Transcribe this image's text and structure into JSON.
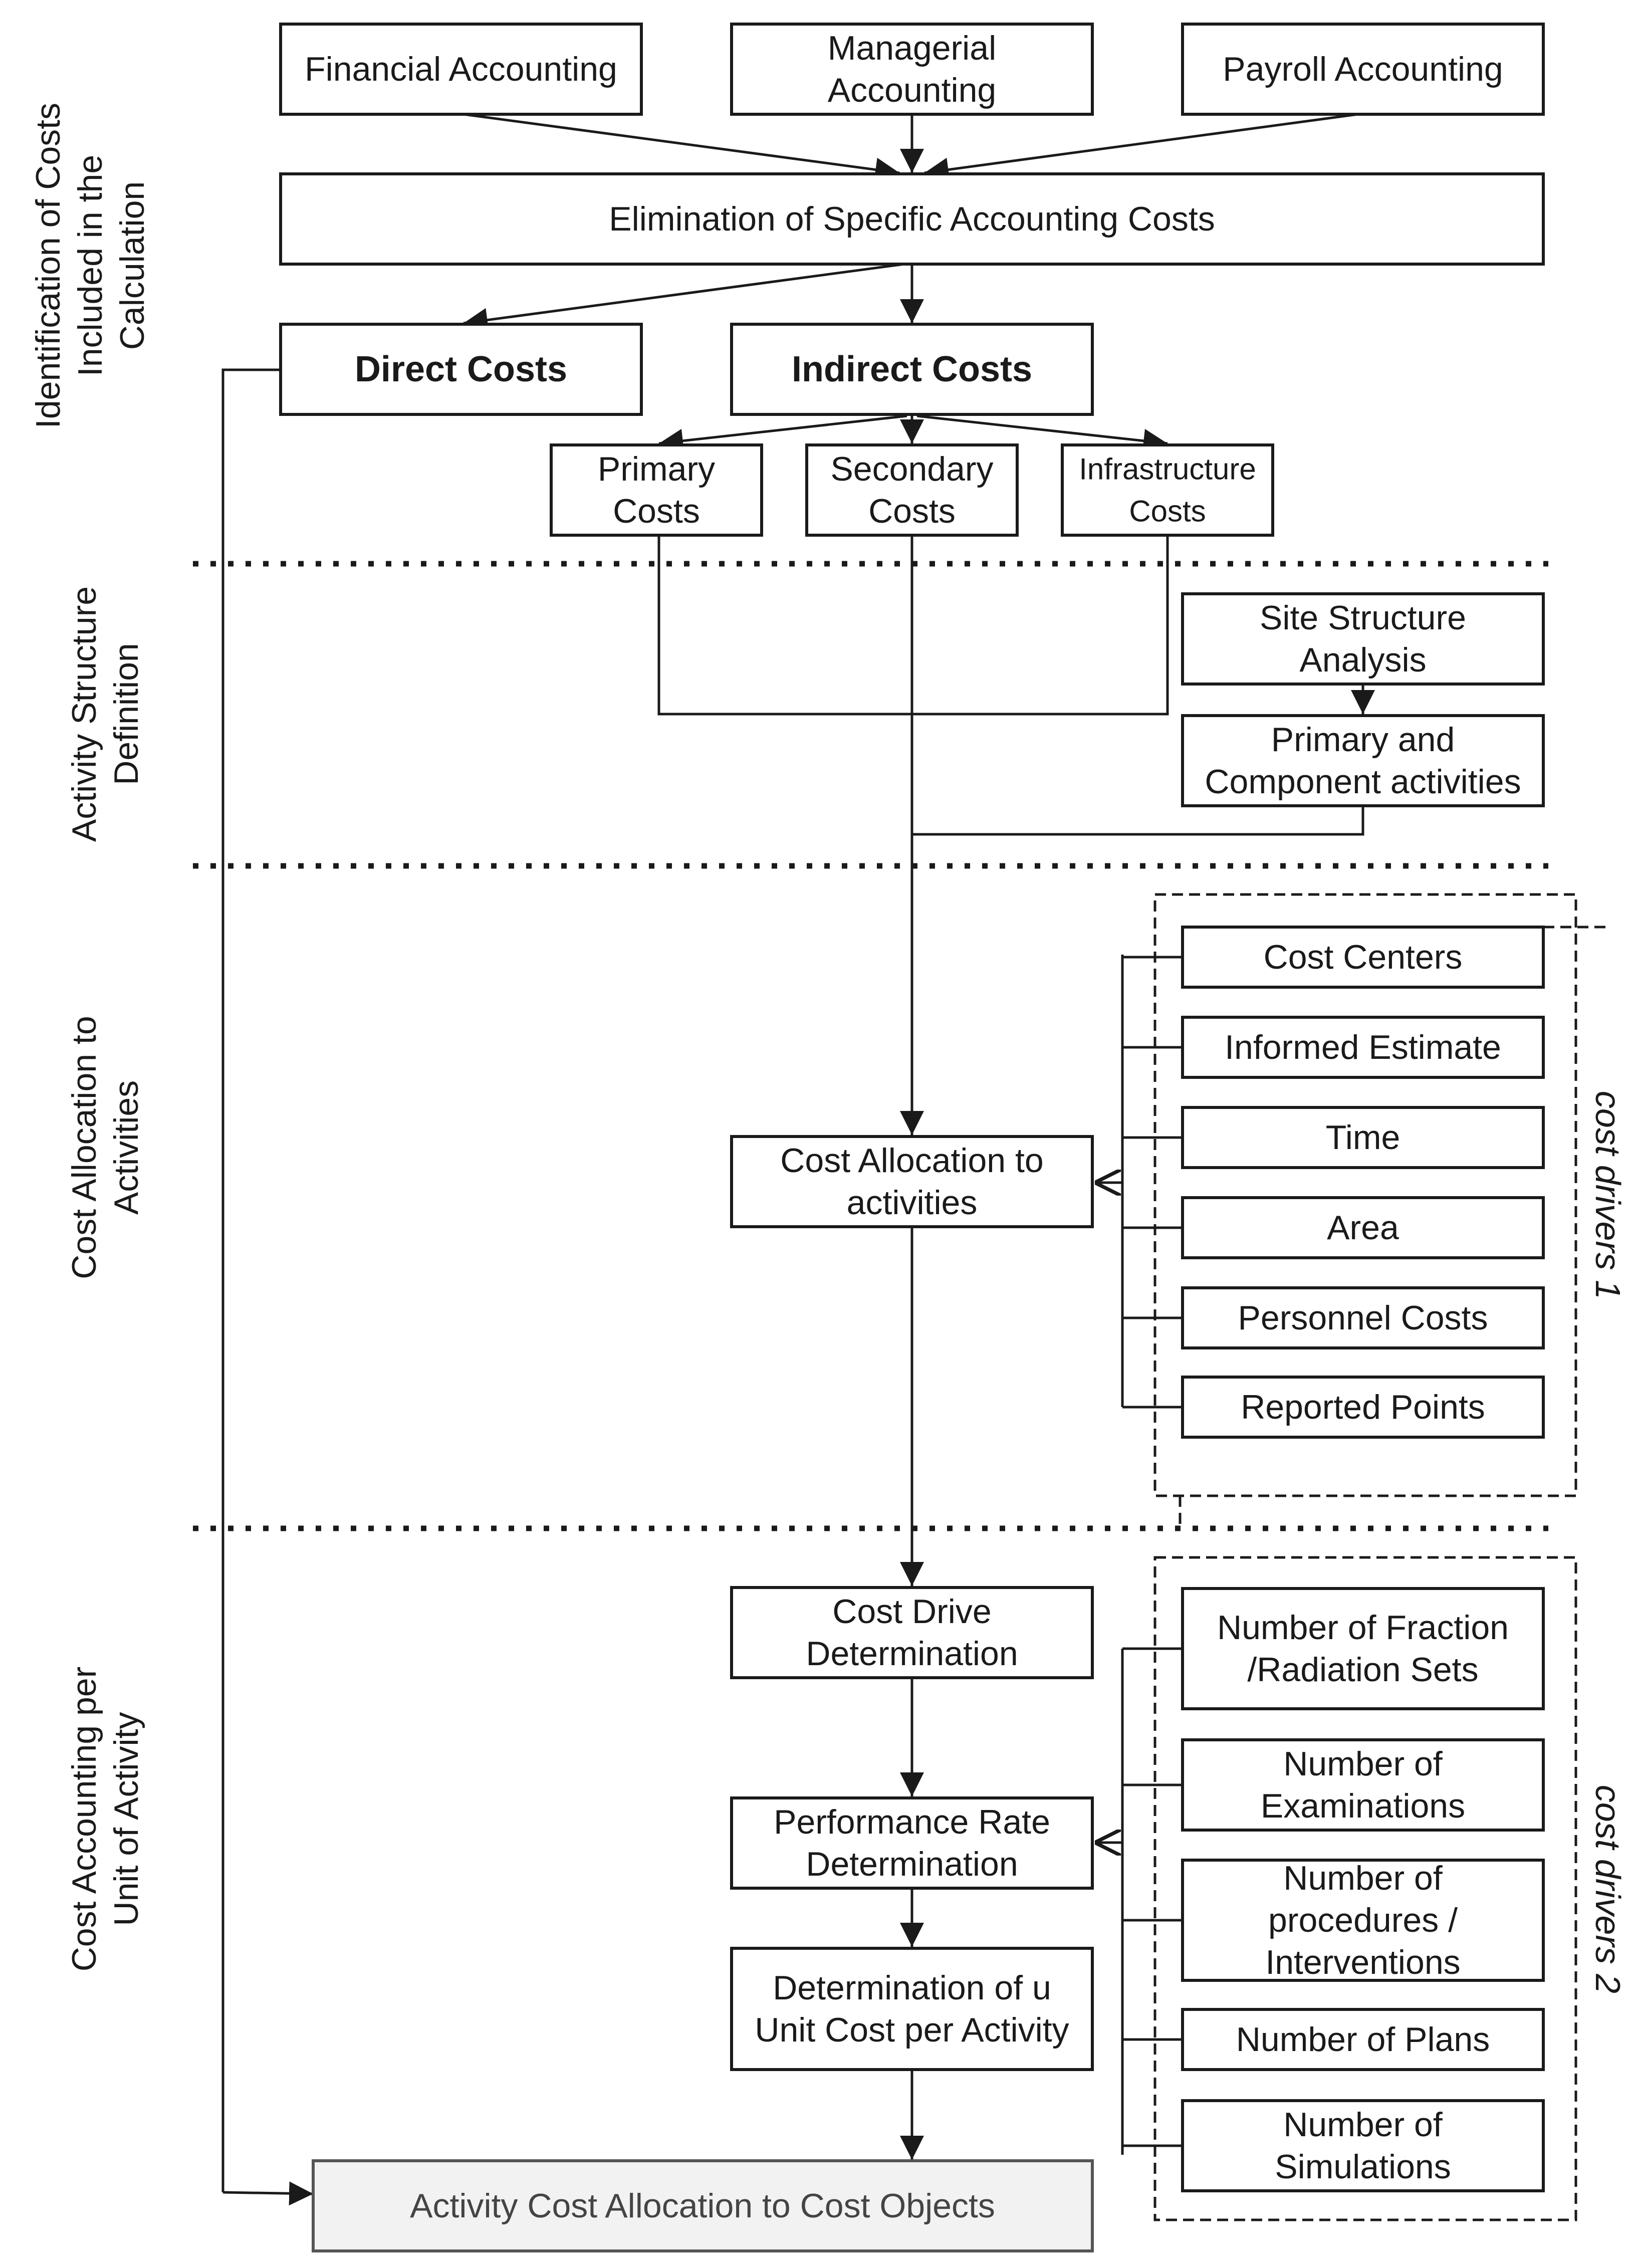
{
  "phases": [
    {
      "id": "phase-identification",
      "lines": [
        "Identification of Costs",
        "Included in the",
        "Calculation"
      ]
    },
    {
      "id": "phase-activity-structure",
      "lines": [
        "Activity Structure",
        "Definition"
      ]
    },
    {
      "id": "phase-cost-allocation",
      "lines": [
        "Cost Allocation to",
        "Activities"
      ]
    },
    {
      "id": "phase-cost-accounting",
      "lines": [
        "Cost Accounting per",
        "Unit of Activity"
      ]
    }
  ],
  "boxes": {
    "financial_accounting": [
      "Financial Accounting"
    ],
    "managerial_accounting": [
      "Managerial",
      "Accounting"
    ],
    "payroll_accounting": [
      "Payroll Accounting"
    ],
    "elimination": [
      "Elimination of Specific Accounting Costs"
    ],
    "direct_costs": [
      "Direct Costs"
    ],
    "indirect_costs": [
      "Indirect Costs"
    ],
    "primary_costs": [
      "Primary",
      "Costs"
    ],
    "secondary_costs": [
      "Secondary",
      "Costs"
    ],
    "infrastructure_costs": [
      "Infrastructure",
      "Costs"
    ],
    "site_structure": [
      "Site Structure",
      "Analysis"
    ],
    "primary_component": [
      "Primary and",
      "Component activities"
    ],
    "cost_allocation_activities": [
      "Cost Allocation to",
      "activities"
    ],
    "cost_drive_determination": [
      "Cost Drive",
      "Determination"
    ],
    "performance_rate": [
      "Performance Rate",
      "Determination"
    ],
    "unit_cost": [
      "Determination of u",
      "Unit Cost per Activity"
    ],
    "final": [
      "Activity Cost Allocation to Cost Objects"
    ]
  },
  "cost_drivers_1": {
    "label": "cost drivers 1",
    "items": [
      [
        "Cost Centers"
      ],
      [
        "Informed Estimate"
      ],
      [
        "Time"
      ],
      [
        "Area"
      ],
      [
        "Personnel Costs"
      ],
      [
        "Reported Points"
      ]
    ]
  },
  "cost_drivers_2": {
    "label": "cost drivers 2",
    "items": [
      [
        "Number of Fraction",
        "/Radiation Sets"
      ],
      [
        "Number of",
        "Examinations"
      ],
      [
        "Number of",
        "procedures /",
        "Interventions"
      ],
      [
        "Number of Plans"
      ],
      [
        "Number of",
        "Simulations"
      ]
    ]
  }
}
